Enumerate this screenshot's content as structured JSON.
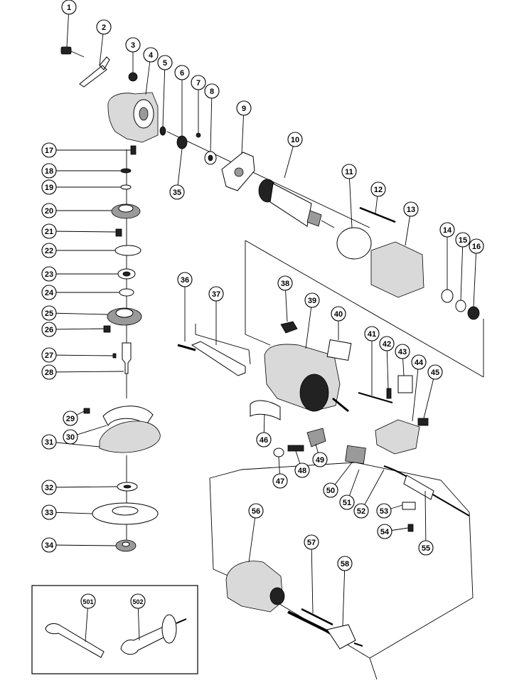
{
  "callouts": [
    "1",
    "2",
    "3",
    "4",
    "5",
    "6",
    "7",
    "8",
    "9",
    "10",
    "11",
    "12",
    "13",
    "14",
    "15",
    "16",
    "17",
    "18",
    "19",
    "20",
    "21",
    "22",
    "23",
    "24",
    "25",
    "26",
    "27",
    "28",
    "29",
    "30",
    "31",
    "32",
    "33",
    "34",
    "35",
    "36",
    "37",
    "38",
    "39",
    "40",
    "41",
    "42",
    "43",
    "44",
    "45",
    "46",
    "47",
    "48",
    "49",
    "50",
    "51",
    "52",
    "53",
    "54",
    "55",
    "56",
    "57",
    "58",
    "501",
    "502"
  ],
  "accessories_box": {
    "items": [
      "501",
      "502"
    ]
  }
}
